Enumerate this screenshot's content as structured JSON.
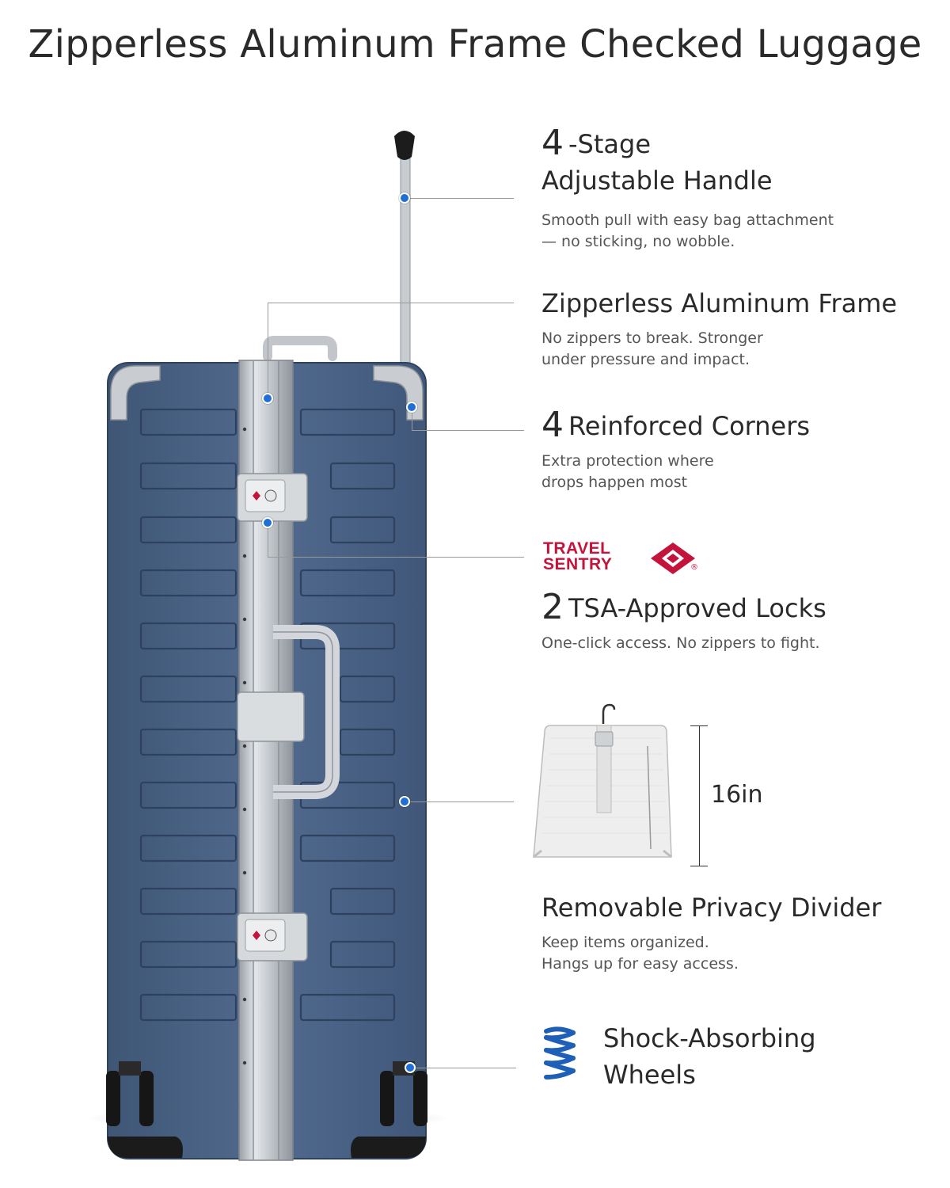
{
  "page": {
    "title": "Zipperless Aluminum Frame Checked Luggage"
  },
  "features": {
    "handle": {
      "number": "4",
      "title_line1": "-Stage",
      "title_line2": "Adjustable Handle",
      "desc_line1": "Smooth pull with easy bag attachment",
      "desc_line2": "— no sticking, no wobble."
    },
    "frame": {
      "title": "Zipperless Aluminum Frame",
      "desc_line1": "No zippers to break. Stronger",
      "desc_line2": "under pressure and impact."
    },
    "corners": {
      "number": "4",
      "title": "Reinforced Corners",
      "desc_line1": "Extra protection where",
      "desc_line2": "drops happen most"
    },
    "locks": {
      "brand_line1": "TRAVEL",
      "brand_line2": "SENTRY",
      "brand_mark": "®",
      "number": "2",
      "title": "TSA-Approved Locks",
      "desc": "One-click access. No zippers to fight."
    },
    "divider": {
      "dimension": "16in",
      "title": "Removable Privacy Divider",
      "desc_line1": "Keep items organized.",
      "desc_line2": "Hangs up for easy access."
    },
    "wheels": {
      "title_line1": "Shock-Absorbing",
      "title_line2": "Wheels"
    }
  },
  "colors": {
    "accent_dot": "#1f6fd6",
    "suitcase_shell": "#4a6282",
    "aluminum": "#c9cdd2",
    "travel_sentry_red": "#c4143c",
    "spring_blue": "#1e5fb8"
  },
  "icons": {
    "spring": "spring-icon",
    "travel_sentry": "travel-sentry-diamond-icon",
    "tsa_lock": "tsa-lock-icon",
    "hanger": "hanger-icon"
  }
}
